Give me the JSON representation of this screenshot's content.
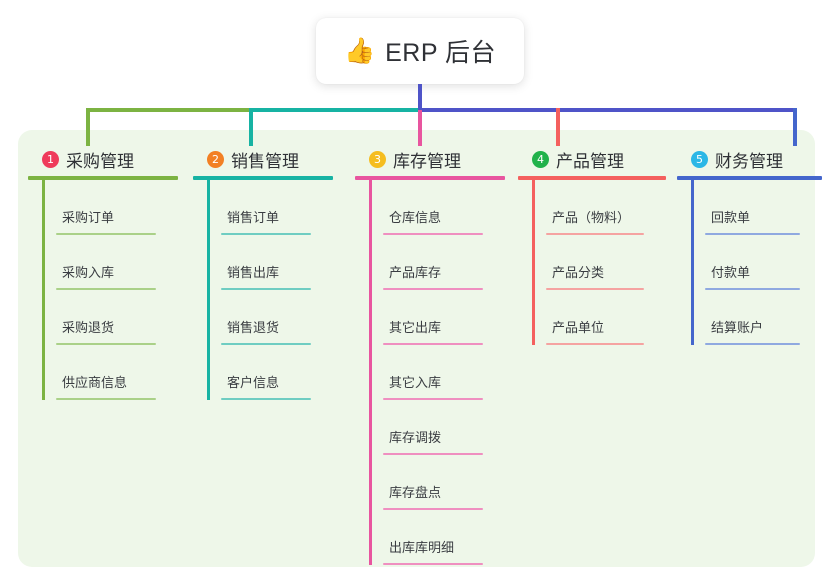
{
  "root": {
    "icon": "thumbs-up-icon",
    "icon_glyph": "👍",
    "title": "ERP 后台"
  },
  "panel": {
    "background_color": "#eef7e9"
  },
  "trunk": {
    "stem_color": "#4f54c8",
    "segments": [
      {
        "color": "#7cb342"
      },
      {
        "color": "#17b3a3"
      },
      {
        "color": "#4f54c8"
      },
      {
        "color": "#4f54c8"
      }
    ]
  },
  "branches": [
    {
      "number": "1",
      "title": "采购管理",
      "badge_color": "#ef3b5b",
      "line_color": "#7cb342",
      "rule_color": "#aad188",
      "items": [
        {
          "label": "采购订单"
        },
        {
          "label": "采购入库"
        },
        {
          "label": "采购退货"
        },
        {
          "label": "供应商信息"
        }
      ]
    },
    {
      "number": "2",
      "title": "销售管理",
      "badge_color": "#f28024",
      "line_color": "#17b3a3",
      "rule_color": "#6fcdc2",
      "items": [
        {
          "label": "销售订单"
        },
        {
          "label": "销售出库"
        },
        {
          "label": "销售退货"
        },
        {
          "label": "客户信息"
        }
      ]
    },
    {
      "number": "3",
      "title": "库存管理",
      "badge_color": "#f5bd1f",
      "line_color": "#e8559f",
      "rule_color": "#ef8fc0",
      "items": [
        {
          "label": "仓库信息"
        },
        {
          "label": "产品库存"
        },
        {
          "label": "其它出库"
        },
        {
          "label": "其它入库"
        },
        {
          "label": "库存调拨"
        },
        {
          "label": "库存盘点"
        },
        {
          "label": "出库库明细"
        }
      ]
    },
    {
      "number": "4",
      "title": "产品管理",
      "badge_color": "#21b24b",
      "line_color": "#f4605e",
      "rule_color": "#f5a3a1",
      "items": [
        {
          "label": "产品（物料）"
        },
        {
          "label": "产品分类"
        },
        {
          "label": "产品单位"
        }
      ]
    },
    {
      "number": "5",
      "title": "财务管理",
      "badge_color": "#2bb7e6",
      "line_color": "#4466cc",
      "rule_color": "#8fa9e0",
      "items": [
        {
          "label": "回款单"
        },
        {
          "label": "付款单"
        },
        {
          "label": "结算账户"
        }
      ]
    }
  ]
}
